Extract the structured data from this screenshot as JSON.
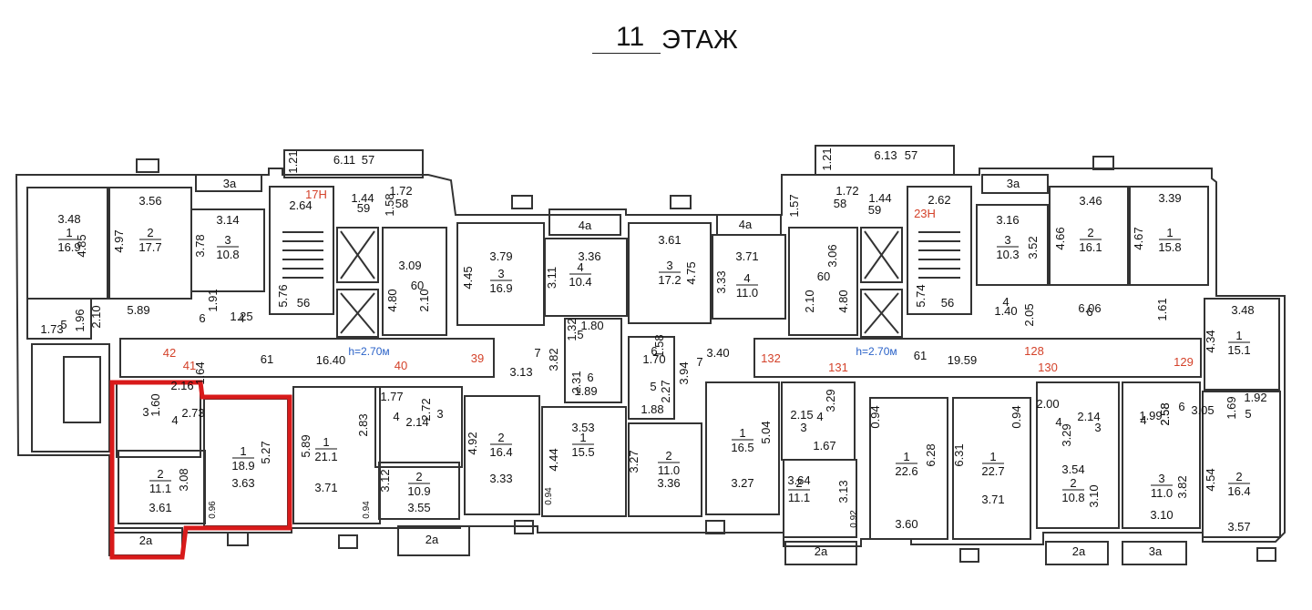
{
  "title": {
    "floor_number": "11",
    "floor_label": "ЭТАЖ"
  },
  "colors": {
    "highlight": "#d81a1a",
    "section_numbers": "#d4422a",
    "ceiling_height": "#2a62c8",
    "walls": "#333333"
  },
  "ceiling_height_labels": [
    "h=2.70м",
    "h=2.70м"
  ],
  "section_numbers": [
    "17Н",
    "23Н",
    "42",
    "41",
    "40",
    "39",
    "132",
    "131",
    "128",
    "130",
    "129"
  ],
  "stair_labels": [
    "56",
    "56"
  ],
  "shaft_labels": [
    "57",
    "57",
    "58",
    "59",
    "58",
    "59",
    "60",
    "60",
    "61",
    "61"
  ],
  "balcony_labels": [
    "3а",
    "4а",
    "4а",
    "3а",
    "2а",
    "2а",
    "2а",
    "2а",
    "3а"
  ],
  "dims_top_left": [
    "6.11",
    "1.21",
    "2.64",
    "1.44",
    "1.72",
    "1.58",
    "5.76",
    "3.09",
    "4.80",
    "2.10"
  ],
  "dims_top_right": [
    "6.13",
    "1.21",
    "1.57",
    "1.72",
    "1.44",
    "2.62",
    "3.06",
    "2.10",
    "4.80",
    "5.74"
  ],
  "corridor_lengths": [
    "16.40",
    "19.59"
  ],
  "rooms": [
    {
      "label": "1",
      "area": "16.9",
      "d1": "3.48",
      "d2": "4.85"
    },
    {
      "label": "2",
      "area": "17.7",
      "d1": "3.56",
      "d2": "4.97"
    },
    {
      "label": "3",
      "area": "10.8",
      "d1": "3.14",
      "d2": "3.78"
    },
    {
      "label": "5",
      "area": "",
      "d1": "1.73",
      "d2": "1.96"
    },
    {
      "label": "6",
      "area": "",
      "d1": "5.89",
      "d2": "2.10"
    },
    {
      "label": "4",
      "area": "",
      "d1": "1.25",
      "d2": "1.91"
    },
    {
      "label": "3",
      "area": "16.9",
      "d1": "3.79",
      "d2": "4.45"
    },
    {
      "label": "4",
      "area": "10.4",
      "d1": "3.36",
      "d2": "3.11"
    },
    {
      "label": "3",
      "area": "17.2",
      "d1": "3.61",
      "d2": "4.75"
    },
    {
      "label": "4",
      "area": "11.0",
      "d1": "3.71",
      "d2": "3.33"
    },
    {
      "label": "3",
      "area": "10.3",
      "d1": "3.16",
      "d2": "3.52"
    },
    {
      "label": "2",
      "area": "16.1",
      "d1": "3.46",
      "d2": "4.66"
    },
    {
      "label": "1",
      "area": "15.8",
      "d1": "3.39",
      "d2": "4.67"
    },
    {
      "label": "4",
      "area": "",
      "d1": "1.40",
      "d2": "2.05"
    },
    {
      "label": "6",
      "area": "",
      "d1": "6.06",
      "d2": "1.61"
    },
    {
      "label": "1",
      "area": "15.1",
      "d1": "3.48",
      "d2": "4.34"
    },
    {
      "label": "3",
      "area": "",
      "d1": "2.16",
      "d2": "1.60"
    },
    {
      "label": "4",
      "area": "",
      "d1": "2.73",
      "d2": "1.64"
    },
    {
      "label": "2",
      "area": "11.1",
      "d1": "3.61",
      "d2": "3.08"
    },
    {
      "label": "1",
      "area": "18.9",
      "d1": "3.63",
      "d2": "5.27"
    },
    {
      "label": "1",
      "area": "21.1",
      "d1": "3.71",
      "d2": "5.89"
    },
    {
      "label": "4",
      "area": "",
      "d1": "1.77",
      "d2": "2.83"
    },
    {
      "label": "3",
      "area": "",
      "d1": "2.14",
      "d2": "2.72"
    },
    {
      "label": "2",
      "area": "10.9",
      "d1": "3.55",
      "d2": "3.12"
    },
    {
      "label": "7",
      "area": "",
      "d1": "3.13",
      "d2": "3.82"
    },
    {
      "label": "2",
      "area": "16.4",
      "d1": "3.33",
      "d2": "4.92"
    },
    {
      "label": "1",
      "area": "15.5",
      "d1": "3.53",
      "d2": "4.44"
    },
    {
      "label": "6",
      "area": "",
      "d1": "1.89",
      "d2": "2.31"
    },
    {
      "label": "5",
      "area": "",
      "d1": "1.80",
      "d2": "1.32"
    },
    {
      "label": "2",
      "area": "11.0",
      "d1": "3.36",
      "d2": "3.27"
    },
    {
      "label": "6",
      "area": "",
      "d1": "1.70",
      "d2": "1.58"
    },
    {
      "label": "5",
      "area": "",
      "d1": "1.88",
      "d2": "2.27"
    },
    {
      "label": "7",
      "area": "",
      "d1": "3.40",
      "d2": "3.94"
    },
    {
      "label": "1",
      "area": "16.5",
      "d1": "3.27",
      "d2": "5.04"
    },
    {
      "label": "3",
      "area": "",
      "d1": "2.15",
      "d2": "0.94"
    },
    {
      "label": "4",
      "area": "",
      "d1": "1.67",
      "d2": "3.29"
    },
    {
      "label": "2",
      "area": "11.1",
      "d1": "3.64",
      "d2": "3.13"
    },
    {
      "label": "1",
      "area": "22.6",
      "d1": "3.60",
      "d2": "6.28"
    },
    {
      "label": "1",
      "area": "22.7",
      "d1": "3.71",
      "d2": "6.31"
    },
    {
      "label": "4",
      "area": "",
      "d1": "2.00",
      "d2": "3.29"
    },
    {
      "label": "3",
      "area": "",
      "d1": "2.14",
      "d2": "0.94"
    },
    {
      "label": "2",
      "area": "10.8",
      "d1": "3.54",
      "d2": "3.10"
    },
    {
      "label": "4",
      "area": "",
      "d1": "1.99",
      "d2": "2.58"
    },
    {
      "label": "3",
      "area": "11.0",
      "d1": "3.10",
      "d2": "3.82"
    },
    {
      "label": "6",
      "area": "",
      "d1": "3.05",
      "d2": "2.58"
    },
    {
      "label": "5",
      "area": "",
      "d1": "1.92",
      "d2": "1.69"
    },
    {
      "label": "2",
      "area": "16.4",
      "d1": "3.57",
      "d2": "4.54"
    }
  ],
  "misc_dims": [
    "0.96",
    "0.94",
    "0.94",
    "0.92"
  ]
}
